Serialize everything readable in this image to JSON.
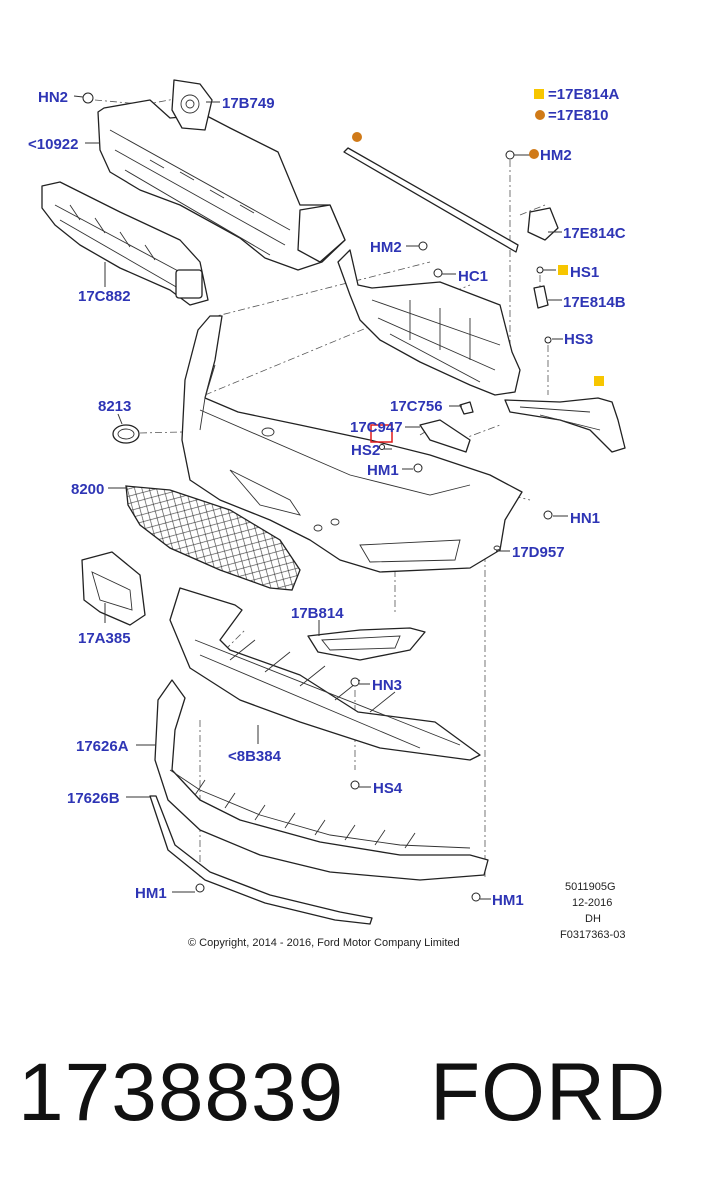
{
  "legend": {
    "square_label": "17E814A",
    "circle_label": "17E810",
    "square_color": "#f7c600",
    "circle_color": "#d07a18",
    "eq": "="
  },
  "labels": {
    "hn2_top": "HN2",
    "p17b749": "17B749",
    "p10922": "<10922",
    "p17c882": "17C882",
    "hm2_right": "HM2",
    "hm2_mid": "HM2",
    "hc1": "HC1",
    "p17e814c": "17E814C",
    "hs1": "HS1",
    "p17e814b": "17E814B",
    "hs3": "HS3",
    "p8213": "8213",
    "p17c756": "17C756",
    "p17c947": "17C947",
    "hs2": "HS2",
    "hm1_mid": "HM1",
    "p8200": "8200",
    "hn1": "HN1",
    "p17d957": "17D957",
    "p17a385": "17A385",
    "p17b814": "17B814",
    "hn3": "HN3",
    "p17626a": "17626A",
    "p8b384": "<8B384",
    "hs4": "HS4",
    "p17626b": "17626B",
    "hm1_left": "HM1",
    "hm1_right": "HM1"
  },
  "meta": {
    "code": "5011905G",
    "date": "12-2016",
    "initials": "DH",
    "ref": "F0317363-03"
  },
  "copyright": "© Copyright, 2014 - 2016, Ford Motor Company Limited",
  "caption": {
    "part_number": "1738839",
    "brand": "FORD"
  },
  "colors": {
    "label_blue": "#2e35b5",
    "highlight_red": "#e01a1a"
  }
}
